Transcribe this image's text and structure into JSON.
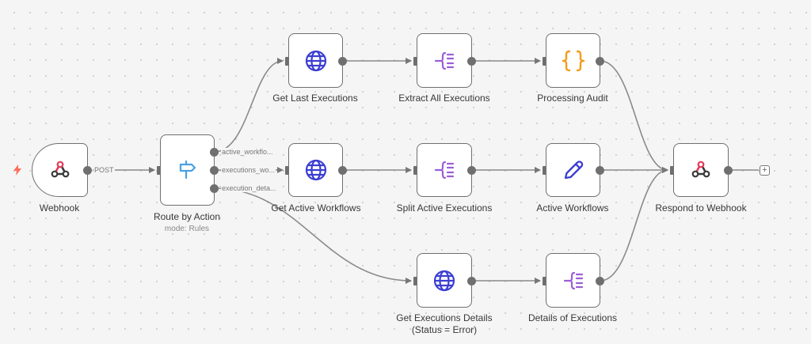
{
  "canvas": {
    "nodes": [
      {
        "id": "webhook",
        "label": "Webhook",
        "icon": "webhook-icon"
      },
      {
        "id": "route",
        "label": "Route by Action",
        "sublabel": "mode: Rules",
        "icon": "signpost-icon"
      },
      {
        "id": "get_last",
        "label": "Get Last Executions",
        "icon": "globe-icon"
      },
      {
        "id": "extract_all",
        "label": "Extract All Executions",
        "icon": "split-out-icon"
      },
      {
        "id": "processing_audit",
        "label": "Processing Audit",
        "icon": "braces-icon"
      },
      {
        "id": "get_active",
        "label": "Get Active Workflows",
        "icon": "globe-icon"
      },
      {
        "id": "split_active",
        "label": "Split Active Executions",
        "icon": "split-out-icon"
      },
      {
        "id": "active_workflows",
        "label": "Active Workflows",
        "icon": "pencil-icon"
      },
      {
        "id": "respond",
        "label": "Respond to Webhook",
        "icon": "webhook-icon"
      },
      {
        "id": "get_details",
        "label_line1": "Get Executions Details",
        "label_line2": "(Status = Error)",
        "icon": "globe-icon"
      },
      {
        "id": "details_exec",
        "label": "Details of Executions",
        "icon": "split-out-icon"
      }
    ],
    "edge_labels": {
      "post": "POST",
      "route_out_1": "active_workflo...",
      "route_out_2": "executions_wo...",
      "route_out_3": "execution_deta..."
    },
    "colors": {
      "globe": "#3b3ed1",
      "split_out": "#9b5fd6",
      "braces": "#f59a1c",
      "pencil": "#3b3ed1",
      "switch": "#4ba0e0",
      "trigger": "#ff6d5a",
      "webhook_red": "#e23b5a",
      "webhook_dark": "#3a3a3a"
    }
  }
}
